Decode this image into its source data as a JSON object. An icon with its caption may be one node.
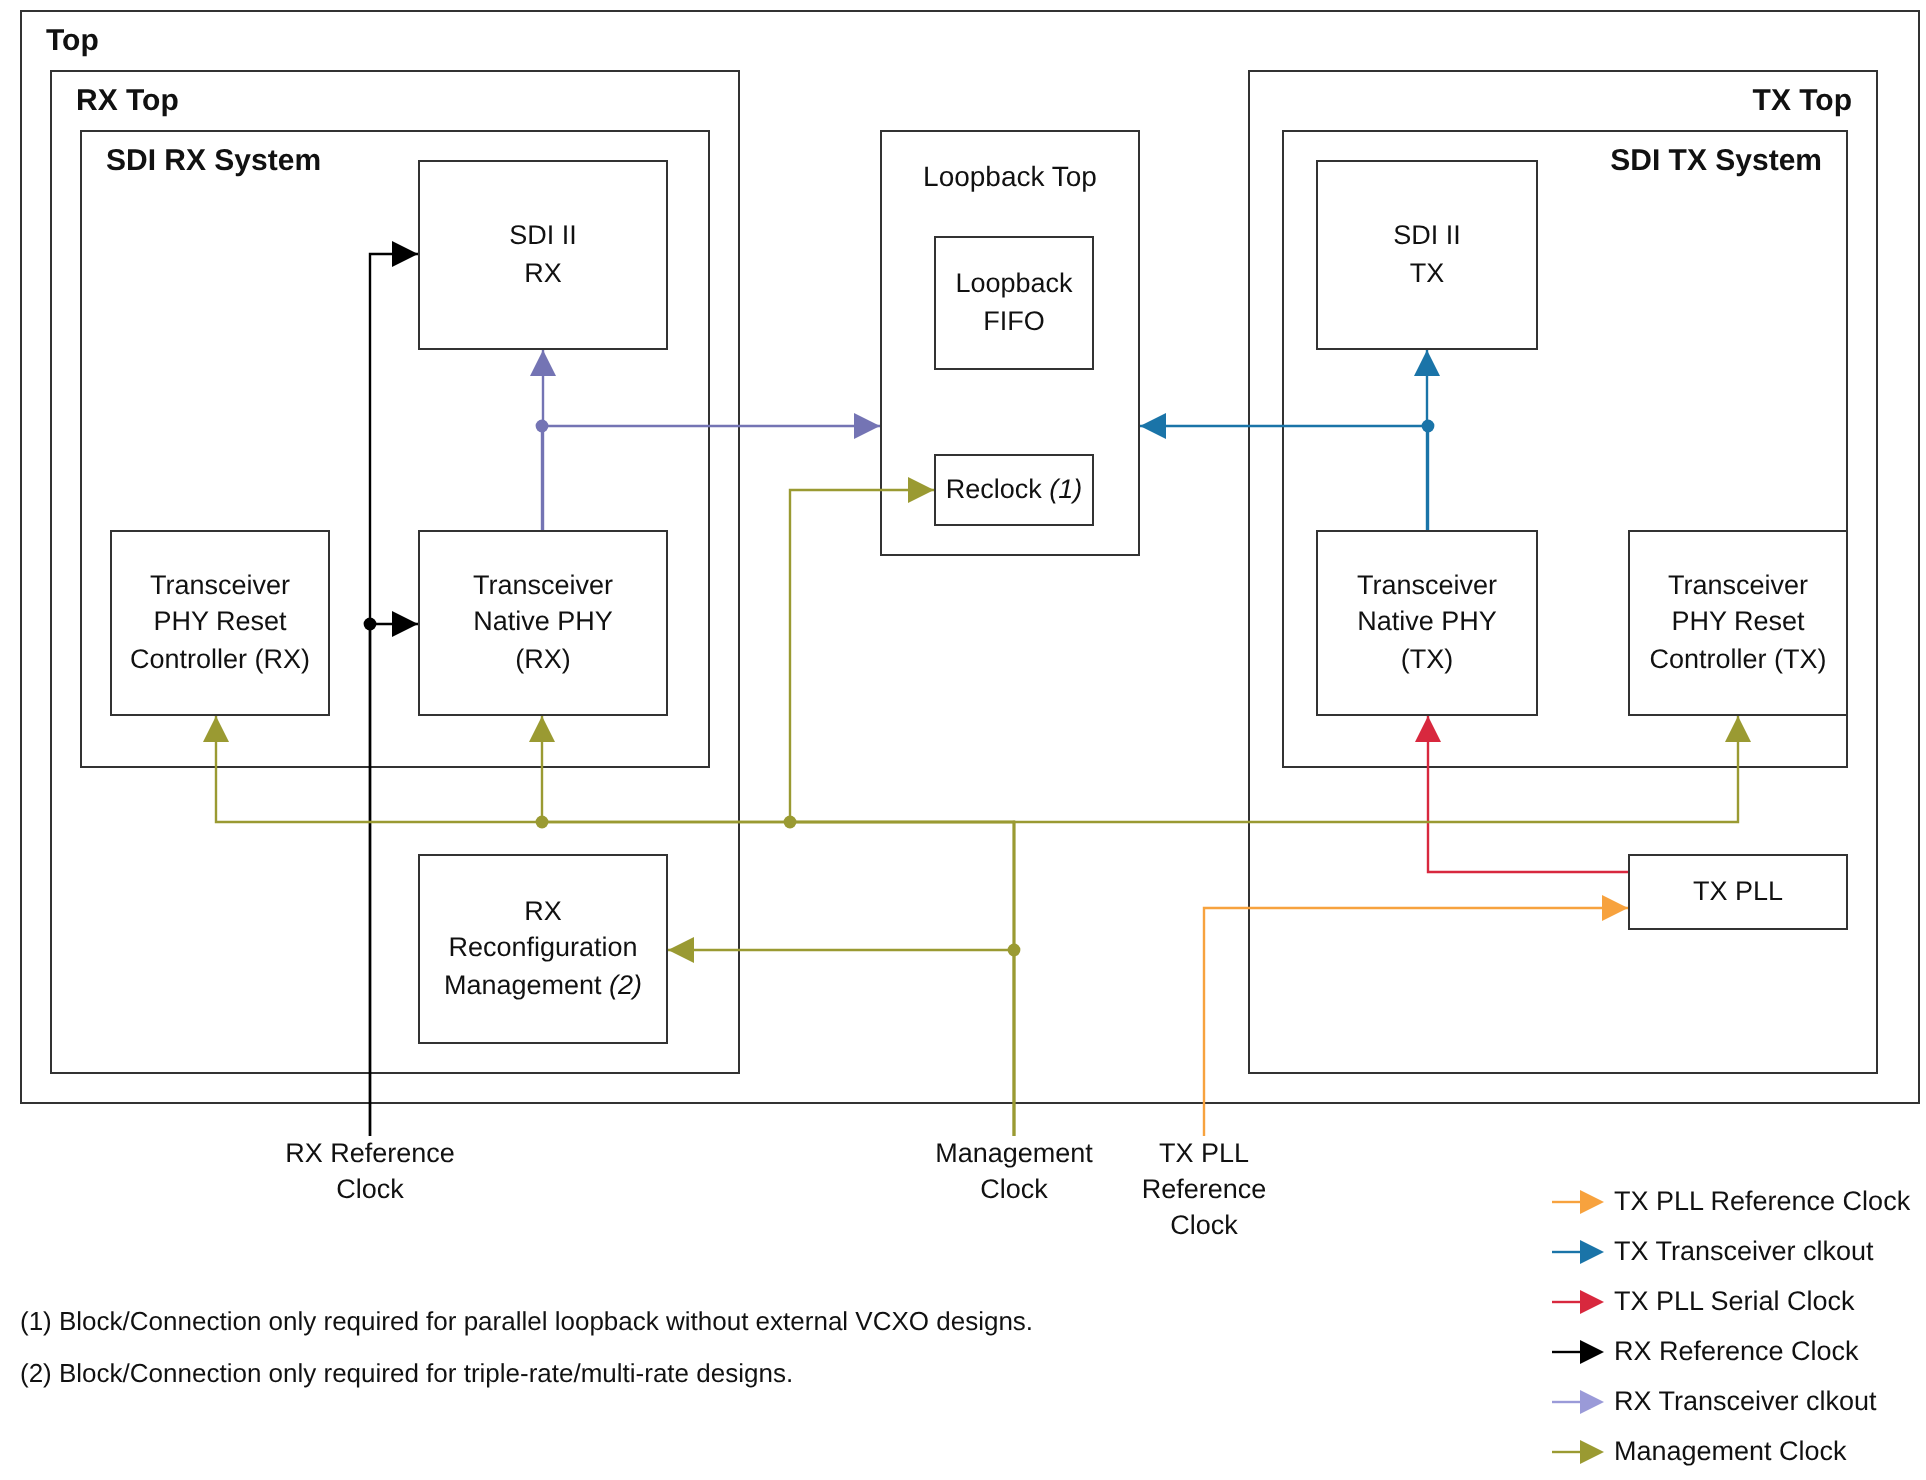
{
  "diagram": {
    "nodes": [
      {
        "text": [
          "Top"
        ]
      },
      {
        "text": [
          "RX Top"
        ],
        "in": 0
      },
      {
        "text": [
          "SDI RX System"
        ],
        "in": 1
      },
      {
        "text": [
          "SDI II RX"
        ],
        "in": 2
      },
      {
        "text": [
          "Transceiver PHY Reset Controller (RX)"
        ],
        "in": 2
      },
      {
        "text": [
          "Transceiver Native PHY (RX)"
        ],
        "in": 2
      },
      {
        "text": [
          "RX Reconfiguration Management *(2)*"
        ],
        "in": 1
      },
      {
        "text": [
          "Loopback Top"
        ],
        "in": 0
      },
      {
        "text": [
          "Loopback FIFO"
        ],
        "in": 7
      },
      {
        "text": [
          "Reclock *(1)*"
        ],
        "in": 7
      },
      {
        "text": [
          "TX Top"
        ],
        "in": 0
      },
      {
        "text": [
          "SDI TX System"
        ],
        "in": 10
      },
      {
        "text": [
          "SDI II TX"
        ],
        "in": 11
      },
      {
        "text": [
          "Transceiver Native PHY (TX)"
        ],
        "in": 11
      },
      {
        "text": [
          "Transceiver PHY Reset Controller (TX)"
        ],
        "in": 11
      },
      {
        "text": [
          "TX PLL"
        ],
        "in": 10
      },
      {
        "text": [
          "RX Reference Clock"
        ]
      },
      {
        "text": [
          "Management Clock"
        ]
      },
      {
        "text": [
          "TX PLL Reference Clock"
        ]
      }
    ],
    "edges": [
      {
        "from": 16,
        "to": 3,
        "arrow": "to",
        "color": "#000000"
      },
      {
        "from": 16,
        "to": 5,
        "arrow": "to",
        "color": "#000000"
      },
      {
        "from": 5,
        "to": 3,
        "arrow": "to",
        "color": "#7474b4"
      },
      {
        "from": 5,
        "to": 7,
        "arrow": "to",
        "color": "#7474b4"
      },
      {
        "from": 13,
        "to": 12,
        "arrow": "to",
        "color": "#1a74a8"
      },
      {
        "from": 13,
        "to": 7,
        "arrow": "to",
        "color": "#1a74a8"
      },
      {
        "from": 15,
        "to": 13,
        "arrow": "to",
        "color": "#d8283e"
      },
      {
        "from": 18,
        "to": 15,
        "arrow": "to",
        "color": "#f7a23e"
      },
      {
        "from": 17,
        "to": 4,
        "arrow": "to"
      },
      {
        "from": 17,
        "to": 5,
        "arrow": "to"
      },
      {
        "from": 17,
        "to": 14,
        "arrow": "to"
      },
      {
        "from": 17,
        "to": 9,
        "arrow": "to"
      },
      {
        "from": 17,
        "to": 6,
        "arrow": "to"
      }
    ],
    "labels": [
      "(1) Block/Connection only required for parallel loopback without external VCXO designs.",
      "(2) Block/Connection only required for triple-rate/multi-rate designs."
    ],
    "legend": [
      {
        "text": "TX PLL Reference Clock",
        "color": "#f7a23e"
      },
      {
        "text": "TX Transceiver clkout",
        "color": "#1a74a8"
      },
      {
        "text": "TX PLL Serial Clock",
        "color": "#d8283e"
      },
      {
        "text": "RX Reference Clock",
        "color": "#000000"
      },
      {
        "text": "RX Transceiver clkout",
        "color": "#9a9ad8"
      },
      {
        "text": "Management Clock",
        "color": "#9a9a32"
      }
    ]
  }
}
